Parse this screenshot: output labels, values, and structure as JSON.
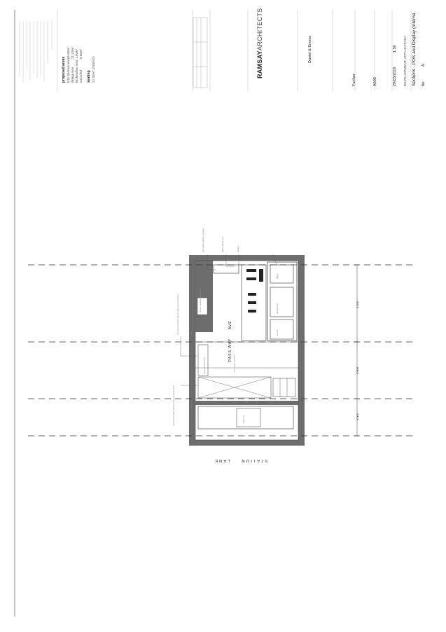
{
  "title_block": {
    "firm_name_bold": "RAMSAY",
    "firm_name_light": "ARCHITECTS",
    "client": "Daniel & Emma",
    "status": "Further",
    "drawing_number": "A003",
    "date": "29/03/2019",
    "scale": "1:50",
    "project_address": "DEVELOPMENT APPLICATION",
    "drawing_title": "Sections - POS and Display (Interna",
    "revision_label": "No.",
    "revision": "A"
  },
  "notes": {
    "proposed_areas_heading": "proposed areas",
    "area_rows": [
      {
        "label": "total internal area",
        "value": "25.60m²"
      },
      {
        "label": "dining area",
        "value": "21.52m²"
      },
      {
        "label": "kitchen/bar area",
        "value": "1.50m²"
      },
      {
        "label": "unroofed",
        "value": "6.00m²"
      }
    ],
    "seating_heading": "seating",
    "seating_value": "22 SEAT (DINING)"
  },
  "plan": {
    "street_label": "STATION    LANE",
    "pass_way_label": "PASS WAY",
    "ave_label": "AVE",
    "dimension_labels": [
      "1,500",
      "3,600",
      "1,000"
    ],
    "callouts": [
      "proposed seated bench underneath window",
      "proposed timber slatted mesh perspex front",
      "proposed benches",
      "new glass display window",
      "timber cladding wall finish",
      "glass sliding door",
      "new timber window",
      "display",
      "entrance",
      "counter",
      "fridge",
      "dishwasher"
    ]
  }
}
